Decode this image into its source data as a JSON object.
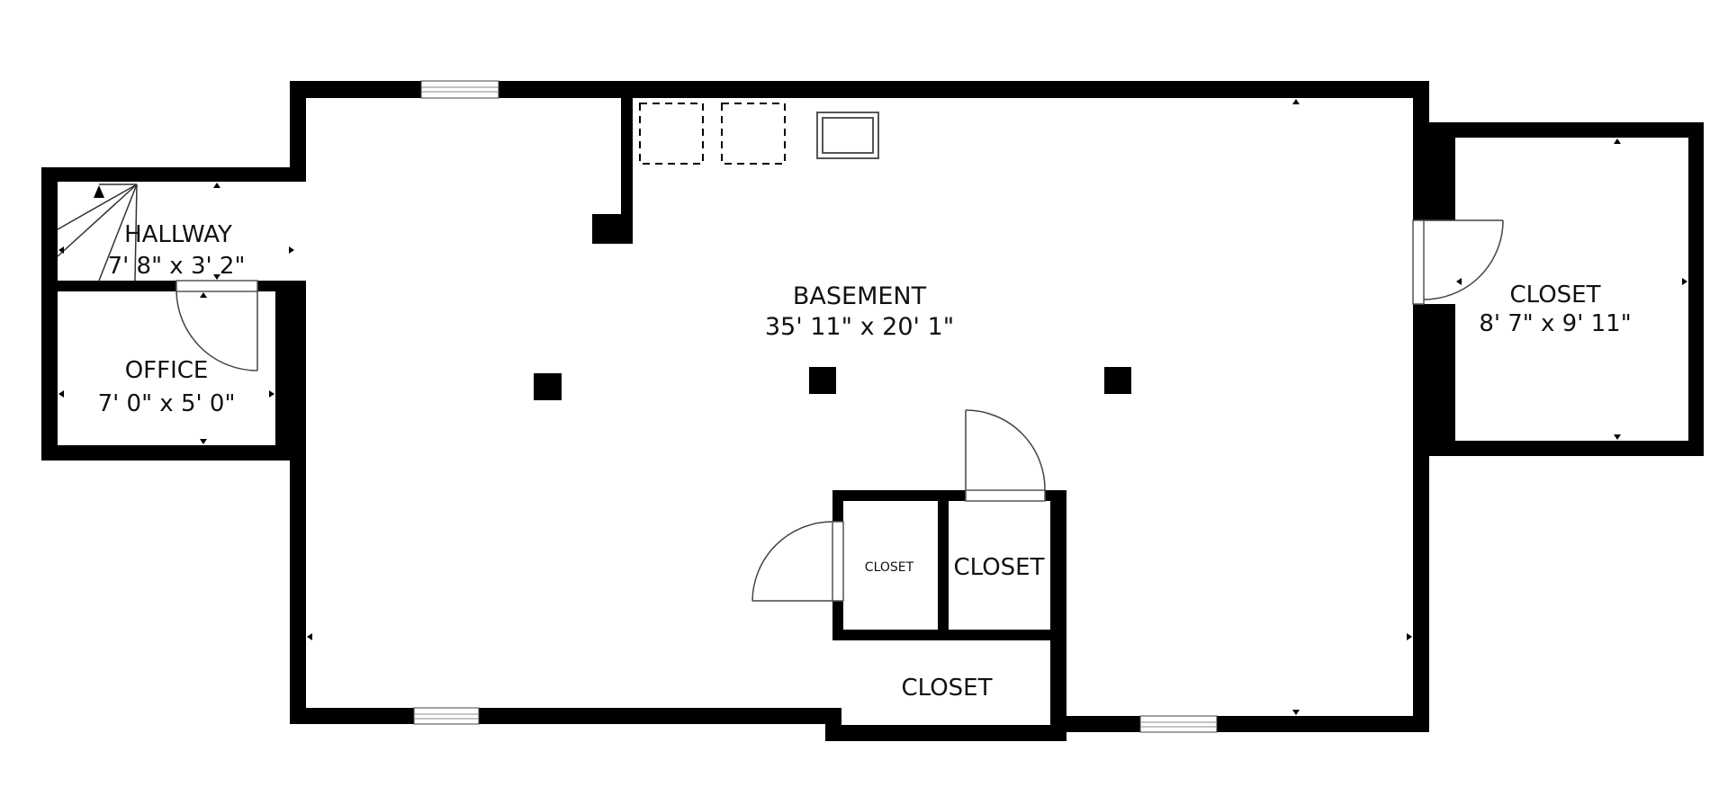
{
  "rooms": {
    "hallway": {
      "name": "HALLWAY",
      "dims": "7' 8\" x 3' 2\""
    },
    "office": {
      "name": "OFFICE",
      "dims": "7' 0\" x 5' 0\""
    },
    "basement": {
      "name": "BASEMENT",
      "dims": "35' 11\" x 20' 1\""
    },
    "closet_right": {
      "name": "CLOSET",
      "dims": "8' 7\" x 9' 11\""
    },
    "closet_small": {
      "name": "CLOSET"
    },
    "closet_mid": {
      "name": "CLOSET"
    },
    "closet_bottom": {
      "name": "CLOSET"
    }
  },
  "colors": {
    "wall": "#000000",
    "background": "#ffffff",
    "window": "#bbbbbb"
  }
}
